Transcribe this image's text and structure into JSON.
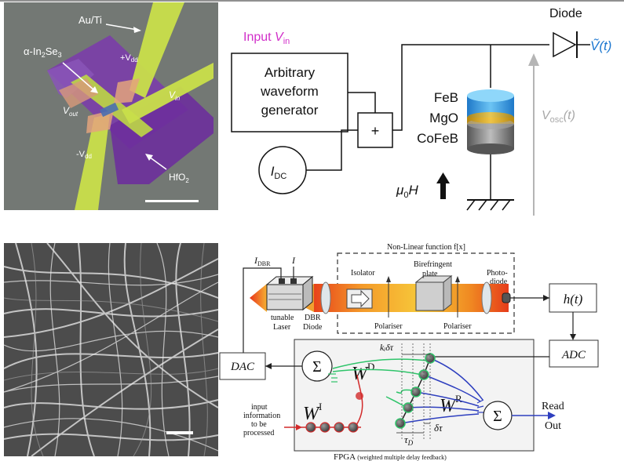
{
  "top_left_micrograph": {
    "label_au_ti": "Au/Ti",
    "label_alpha": "α-In",
    "label_alpha_sub2": "2",
    "label_alpha_se": "Se",
    "label_alpha_sub3": "3",
    "label_vdd_plus": "+V",
    "label_vdd_plus_sub": "dd",
    "label_vout": "V",
    "label_vout_sub": "out",
    "label_vin": "V",
    "label_vin_sub": "in",
    "label_vdd_minus": "-V",
    "label_vdd_minus_sub": "dd",
    "label_hfo2": "HfO",
    "label_hfo2_sub": "2"
  },
  "top_circuit": {
    "input_label": "Input ",
    "input_v": "V",
    "input_v_sub": "in",
    "awg_line1": "Arbitrary",
    "awg_line2": "waveform",
    "awg_line3": "generator",
    "plus_sign": "+",
    "idc_i": "I",
    "idc_sub": "DC",
    "diode_label": "Diode",
    "output_v": "Ṽ",
    "output_t": "(t)",
    "layer1": "FeB",
    "layer2": "MgO",
    "layer3": "CoFeB",
    "field_mu": "μ",
    "field_sub": "0",
    "field_h": "H",
    "vosc_v": "V",
    "vosc_sub": "osc",
    "vosc_t": "(t)"
  },
  "bottom_reservoir": {
    "nonlinear_title": "Non-Linear function f[x]",
    "idbr_i": "I",
    "idbr_sub": "DBR",
    "i_label": "I",
    "laser_line1": "tunable",
    "laser_line2": "Laser",
    "dbr_line1": "DBR",
    "dbr_line2": "Diode",
    "isolator": "Isolator",
    "bire_line1": "Birefringent",
    "bire_line2": "plate",
    "photo_line1": "Photo-",
    "photo_line2": "diode",
    "polariser1": "Polariser",
    "polariser2": "Polariser",
    "ht": "h(t)",
    "adc": "ADC",
    "dac": "DAC",
    "sigma": "Σ",
    "wd": "W",
    "wd_sup": "D",
    "wr": "W",
    "wr_sup": "R",
    "wi": "W",
    "wi_sup": "I",
    "ki_delta": "kᵢδτ",
    "tau_d": "τ",
    "tau_d_sub": "D",
    "delta_tau": "δτ",
    "input_line1": "input",
    "input_line2": "information",
    "input_line3": "to be",
    "input_line4": "processed",
    "read_line1": "Read",
    "read_line2": "Out",
    "fpga_main": "FPGA ",
    "fpga_note": "(weighted multiple delay feedback)"
  }
}
